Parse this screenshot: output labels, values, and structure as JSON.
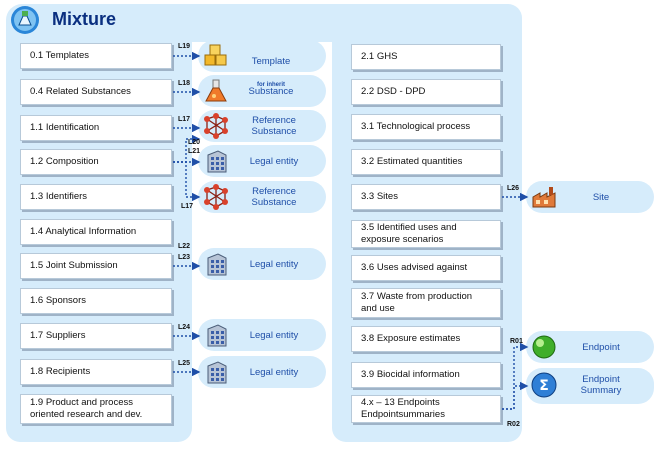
{
  "title": "Mixture",
  "left_boxes": [
    {
      "label": "0.1 Templates"
    },
    {
      "label": "0.4 Related Substances"
    },
    {
      "label": "1.1 Identification"
    },
    {
      "label": "1.2 Composition"
    },
    {
      "label": "1.3 Identifiers"
    },
    {
      "label": "1.4 Analytical Information"
    },
    {
      "label": "1.5 Joint Submission"
    },
    {
      "label": "1.6 Sponsors"
    },
    {
      "label": "1.7 Suppliers"
    },
    {
      "label": "1.8 Recipients"
    },
    {
      "label": "1.9 Product and process\n    oriented research and dev."
    }
  ],
  "right_boxes": [
    {
      "label": "2.1 GHS"
    },
    {
      "label": "2.2 DSD - DPD"
    },
    {
      "label": "3.1 Technological process"
    },
    {
      "label": "3.2 Estimated quantities"
    },
    {
      "label": "3.3 Sites"
    },
    {
      "label": "3.5 Identified uses and\n    exposure scenarios"
    },
    {
      "label": "3.6 Uses advised against"
    },
    {
      "label": "3.7 Waste from production\n    and use"
    },
    {
      "label": "3.8 Exposure estimates"
    },
    {
      "label": "3.9 Biocidal information"
    },
    {
      "label": "4.x – 13 Endpoints\n          Endpointsummaries"
    }
  ],
  "targets": [
    {
      "label": "Template",
      "sublabel": "for inherit",
      "icon": "template-cubes-icon"
    },
    {
      "label": "Substance",
      "icon": "flask-icon"
    },
    {
      "label": "Reference\nSubstance",
      "icon": "molecule-icon"
    },
    {
      "label": "Legal entity",
      "icon": "building-icon"
    },
    {
      "label": "Reference\nSubstance",
      "icon": "molecule-icon"
    },
    {
      "label": "Legal entity",
      "icon": "building-icon"
    },
    {
      "label": "Legal entity",
      "icon": "building-icon"
    },
    {
      "label": "Legal entity",
      "icon": "building-icon"
    },
    {
      "label": "Site",
      "icon": "factory-icon"
    },
    {
      "label": "Endpoint",
      "icon": "green-ball-icon"
    },
    {
      "label": "Endpoint\nSummary",
      "icon": "sigma-icon"
    }
  ],
  "link_labels": [
    "L19",
    "L18",
    "L17",
    "L20",
    "L21",
    "L17",
    "L22",
    "L23",
    "L24",
    "L25",
    "L26",
    "R01",
    "R02"
  ],
  "colors": {
    "panel": "#d6ecfb",
    "title": "#0a2f80",
    "label": "#1f4fa8",
    "link": "#1f4fa8"
  }
}
